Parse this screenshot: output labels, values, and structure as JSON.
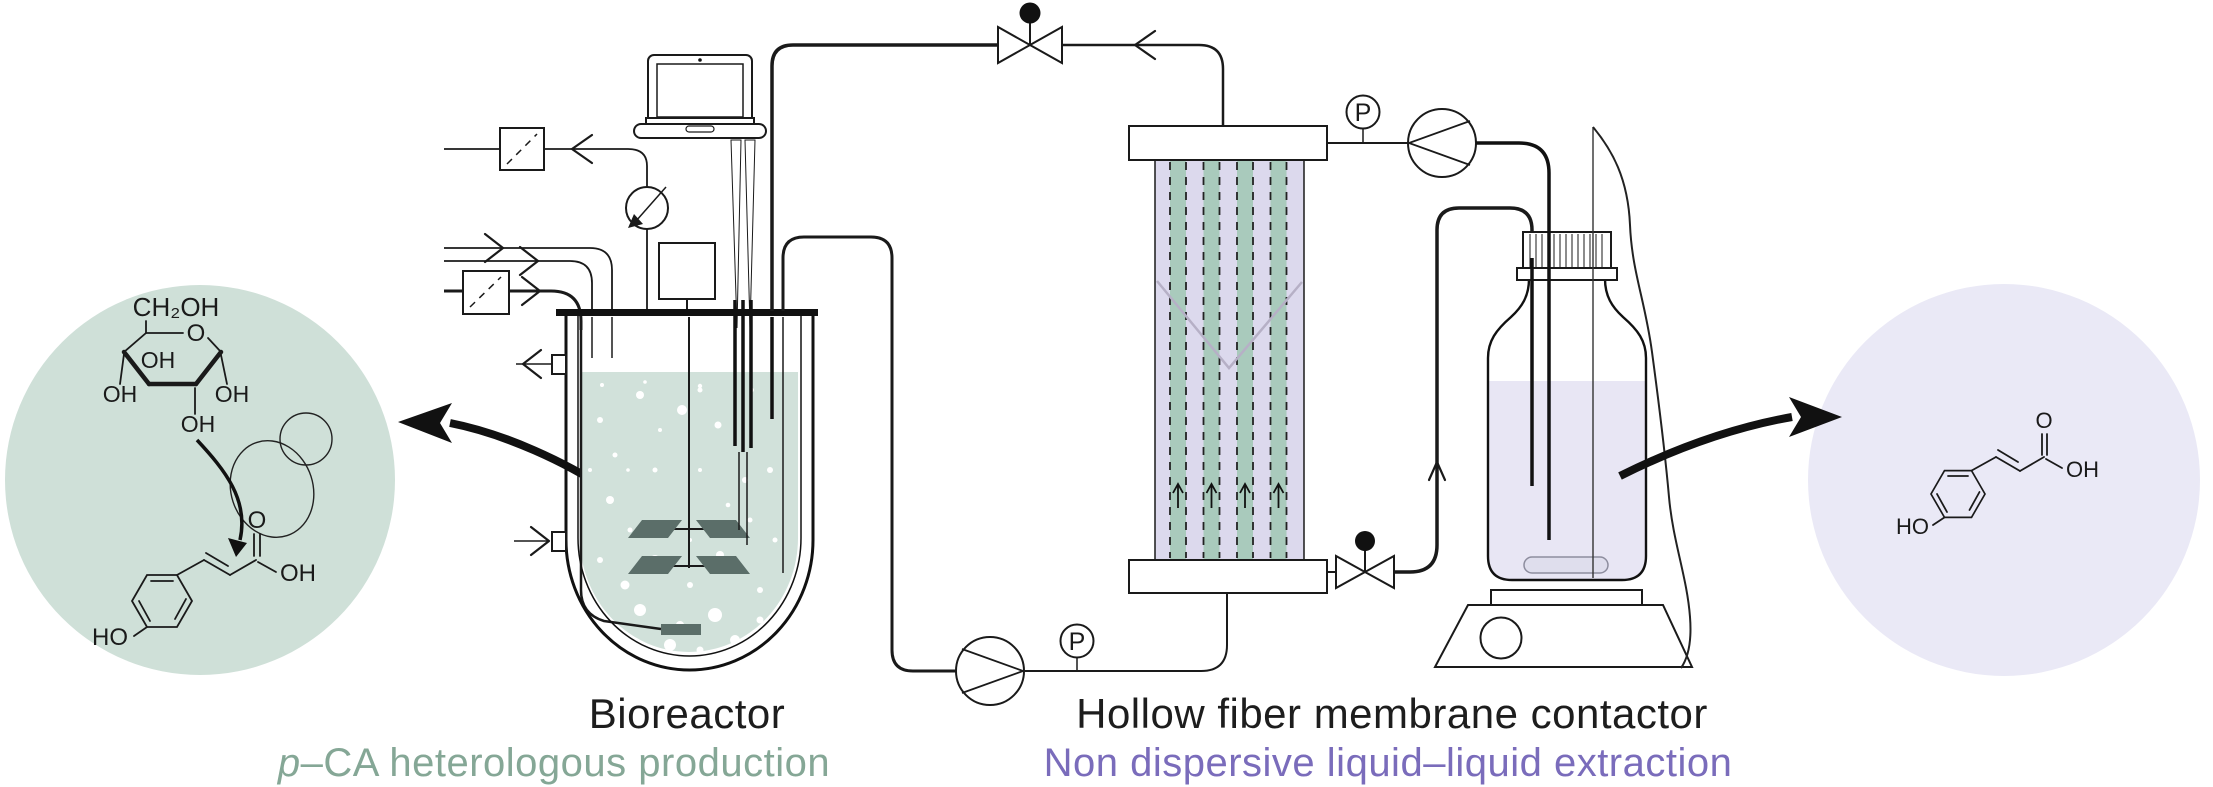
{
  "labels": {
    "bioreactor_title": "Bioreactor",
    "production_prefix": "p",
    "production_rest": "–CA heterologous production",
    "membrane_title": "Hollow fiber membrane contactor",
    "extraction_subtitle": "Non dispersive liquid–liquid extraction"
  },
  "instruments": {
    "pressure_gauge": "P"
  },
  "chemistry": {
    "glucose": {
      "ch2oh": "CH₂OH",
      "ring_o": "O",
      "oh_c2": "OH",
      "oh_left": "OH",
      "oh_right": "OH",
      "oh_bottom": "OH"
    },
    "pca_feed": {
      "ho": "HO",
      "carbonyl_o": "O",
      "oh": "OH"
    },
    "pca_product": {
      "ho": "HO",
      "carbonyl_o": "O",
      "oh": "OH"
    }
  },
  "colors": {
    "production_text": "#85a796",
    "extraction_text": "#7a6cbb",
    "substrate_circle": "#cfe0d8",
    "broth": "#d1e1da",
    "membrane_shell": "#dcd9ed",
    "membrane_fiber": "#a9cabc",
    "solvent": "#e8e6f4",
    "product_circle": "#eae9f6",
    "impeller": "#5b6e69",
    "title_text": "#1d1d1d"
  }
}
